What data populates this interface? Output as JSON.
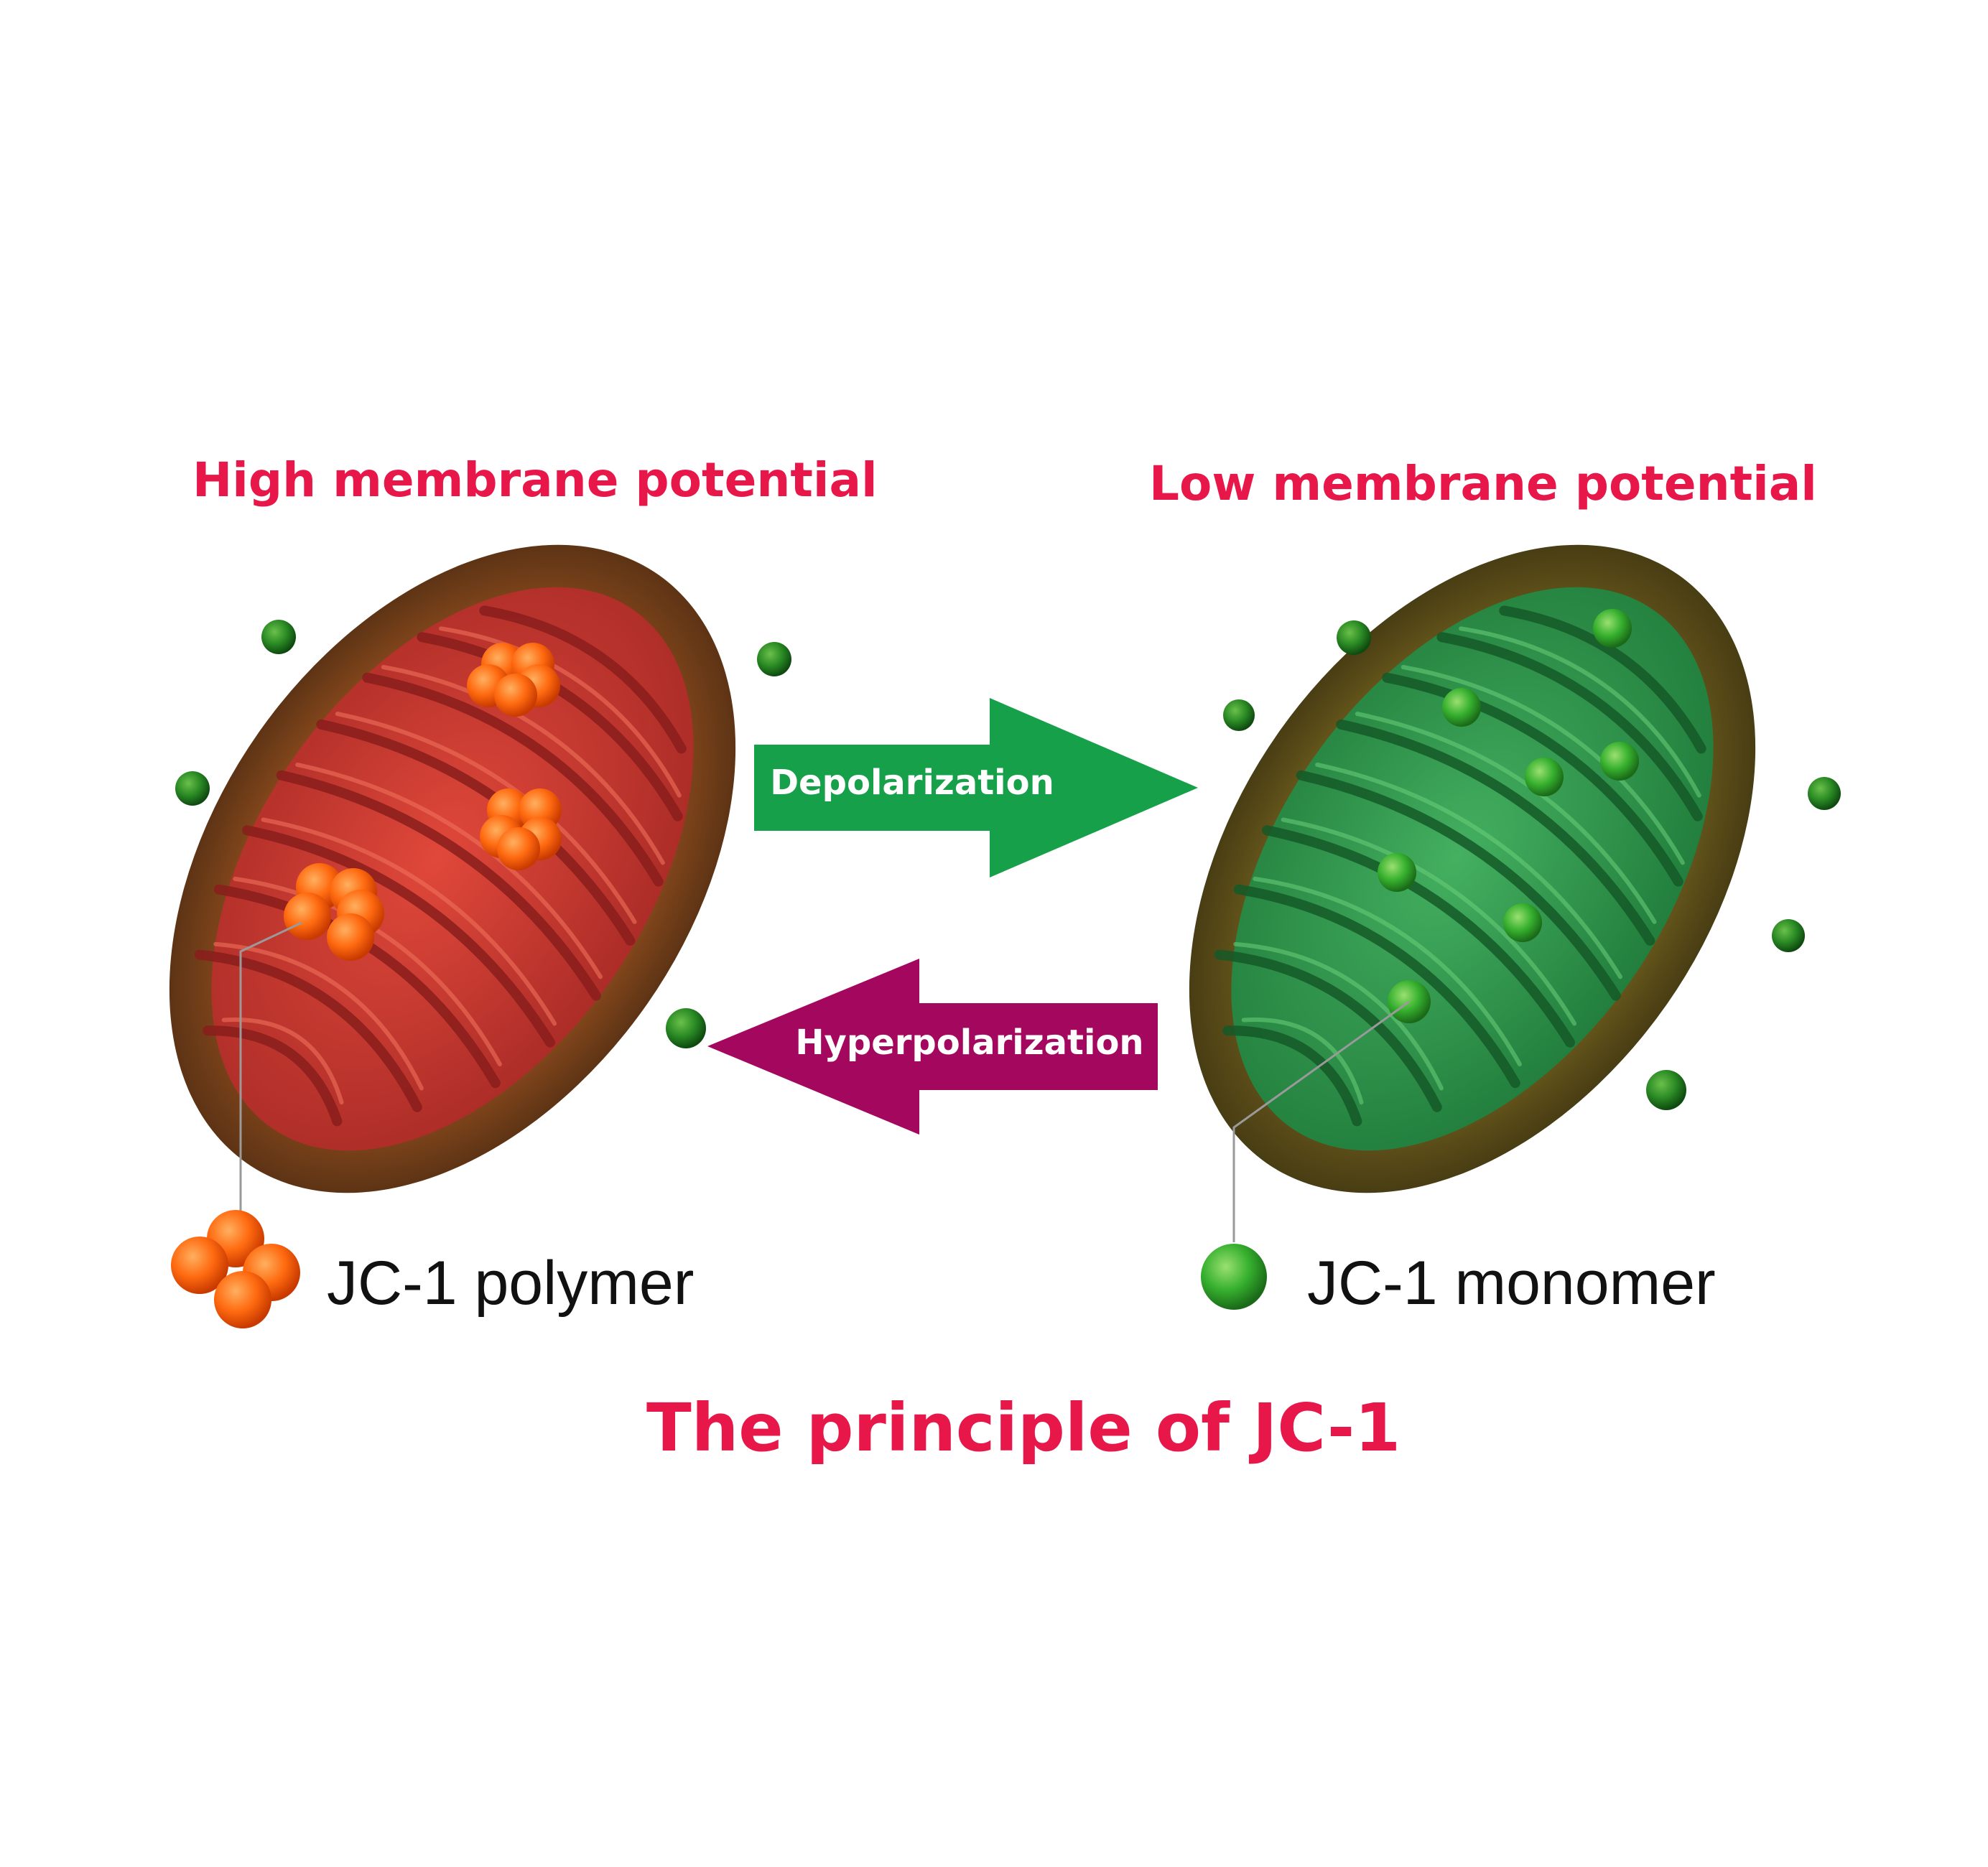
{
  "headings": {
    "high": "High membrane potential",
    "low": "Low membrane potential",
    "principle": "The principle of JC-1"
  },
  "arrows": {
    "depolarization": "Depolarization",
    "hyperpolarization": "Hyperpolarization"
  },
  "legend": {
    "polymer": "JC-1 polymer",
    "monomer": "JC-1 monomer"
  },
  "colors": {
    "heading": "#e8174a",
    "depolarization_arrow": "#16a04a",
    "hyperpolarization_arrow": "#a3085e",
    "polymer_orange": "#ff6a10",
    "monomer_green": "#36b02e",
    "mito_red": "#c8382e",
    "mito_green": "#2e9a4a",
    "mito_outer": "#7a4a18"
  }
}
